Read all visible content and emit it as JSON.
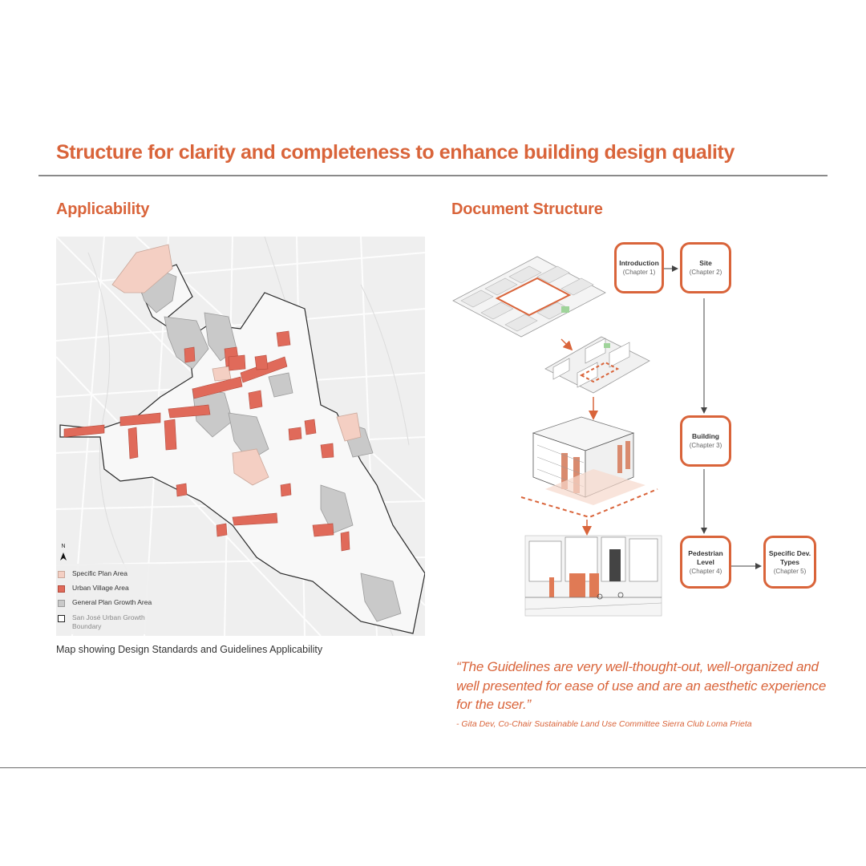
{
  "page": {
    "title": "Structure for clarity and completeness to enhance building design quality"
  },
  "applicability": {
    "heading": "Applicability",
    "caption": "Map showing Design Standards and Guidelines Applicability",
    "north_label": "N",
    "legend": [
      {
        "label": "Specific Plan Area",
        "color": "#f4cfc3",
        "border": "#c9a79a"
      },
      {
        "label": "Urban Village Area",
        "color": "#e06a5a",
        "border": "#b24a3c"
      },
      {
        "label": "General Plan Growth Area",
        "color": "#c9c9c9",
        "border": "#9a9a9a"
      },
      {
        "label": "San José Urban Growth Boundary",
        "color": "#ffffff",
        "border": "#222222"
      }
    ]
  },
  "document_structure": {
    "heading": "Document Structure",
    "chapters": [
      {
        "title": "Introduction",
        "sub": "(Chapter 1)"
      },
      {
        "title": "Site",
        "sub": "(Chapter 2)"
      },
      {
        "title": "Building",
        "sub": "(Chapter 3)"
      },
      {
        "title": "Pedestrian Level",
        "sub": "(Chapter 4)"
      },
      {
        "title": "Specific Dev. Types",
        "sub": "(Chapter 5)"
      }
    ]
  },
  "testimonial": {
    "quote": "“The Guidelines are very well-thought-out, well-organized and well presented for ease of use and are an aesthetic experience for the user.”",
    "attribution": "- Gita Dev, Co-Chair Sustainable Land Use Committee Sierra Club Loma Prieta"
  },
  "colors": {
    "accent": "#d9643a",
    "urban_village": "#e06a5a",
    "specific_plan": "#f4cfc3",
    "growth_area": "#c9c9c9"
  }
}
